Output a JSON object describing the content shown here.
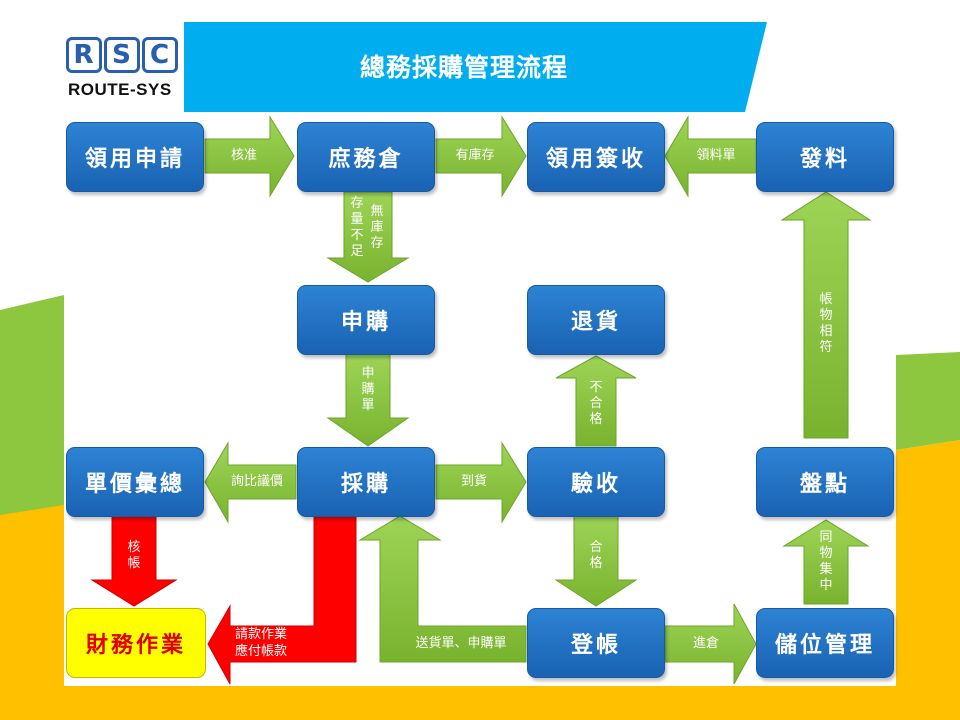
{
  "header": {
    "logo_mark": "RSC",
    "logo_text": "ROUTE-SYS",
    "title": "總務採購管理流程"
  },
  "nodes": {
    "apply": "領用申請",
    "warehouse": "庶務倉",
    "receipt_sign": "領用簽收",
    "issue": "發料",
    "purchase_request": "申購",
    "return_goods": "退貨",
    "price_summary": "單價彙總",
    "purchasing": "採購",
    "inspection": "驗收",
    "stocktake": "盤點",
    "finance": "財務作業",
    "posting": "登帳",
    "storage_mgmt": "儲位管理"
  },
  "edges": {
    "approve": "核准",
    "in_stock": "有庫存",
    "requisition_slip": "領料單",
    "no_stock": "無庫存",
    "low_stock": "存量不足",
    "request_slip": "申購單",
    "fail": "不合格",
    "account_match": "帳物相符",
    "inquiry": "詢比議價",
    "arrival": "到貨",
    "approve_account": "核帳",
    "pass": "合格",
    "same_item": "同物集中",
    "payment_line1": "請款作業",
    "payment_line2": "應付帳款",
    "delivery_docs": "送貨單、申購單",
    "into_warehouse": "進倉"
  },
  "colors": {
    "header_bar": "#00aeef",
    "box_blue": "#1f6fc5",
    "arrow_green": "#8cc63f",
    "arrow_red": "#ff0000",
    "finance_box": "#ffff00",
    "bg_yellow": "#ffc000",
    "bg_green": "#8dc63f"
  }
}
